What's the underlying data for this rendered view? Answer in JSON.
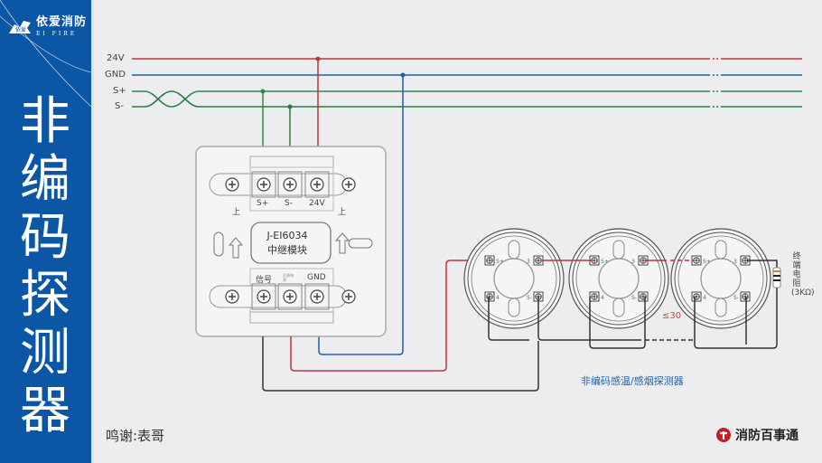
{
  "brand": {
    "name_cn": "依爱消防",
    "name_en": "EI FIRE",
    "logo_text": "依爱"
  },
  "title_chars": [
    "非",
    "编",
    "码",
    "探",
    "测",
    "器"
  ],
  "bus": {
    "lines": [
      {
        "label": "24V",
        "color": "#c0313b"
      },
      {
        "label": "GND",
        "color": "#1f5ea8"
      },
      {
        "label": "S+",
        "color": "#2c8a4f"
      },
      {
        "label": "S-",
        "color": "#2c8a4f"
      }
    ]
  },
  "module": {
    "model": "J-EI6034",
    "name": "中继模块",
    "top_terminals": [
      "S+",
      "S-",
      "24V"
    ],
    "bottom_terminals": [
      "信号",
      "反馈电源",
      "GND"
    ],
    "up_mark": "上"
  },
  "detectors": {
    "count": 3,
    "terminal_labels": [
      "S+",
      "3",
      "4",
      "S-"
    ],
    "caption": "非编码感温/感烟探测器",
    "max_count": "≤30",
    "end_resistor": "终端电阻(3KΩ)"
  },
  "credit": "鸣谢:表哥",
  "footer_brand": "消防百事通",
  "colors": {
    "sidebar": "#0b57a6",
    "red": "#c0313b",
    "blue": "#1f5ea8",
    "green": "#2c8a4f",
    "wire": "#3a3030"
  }
}
